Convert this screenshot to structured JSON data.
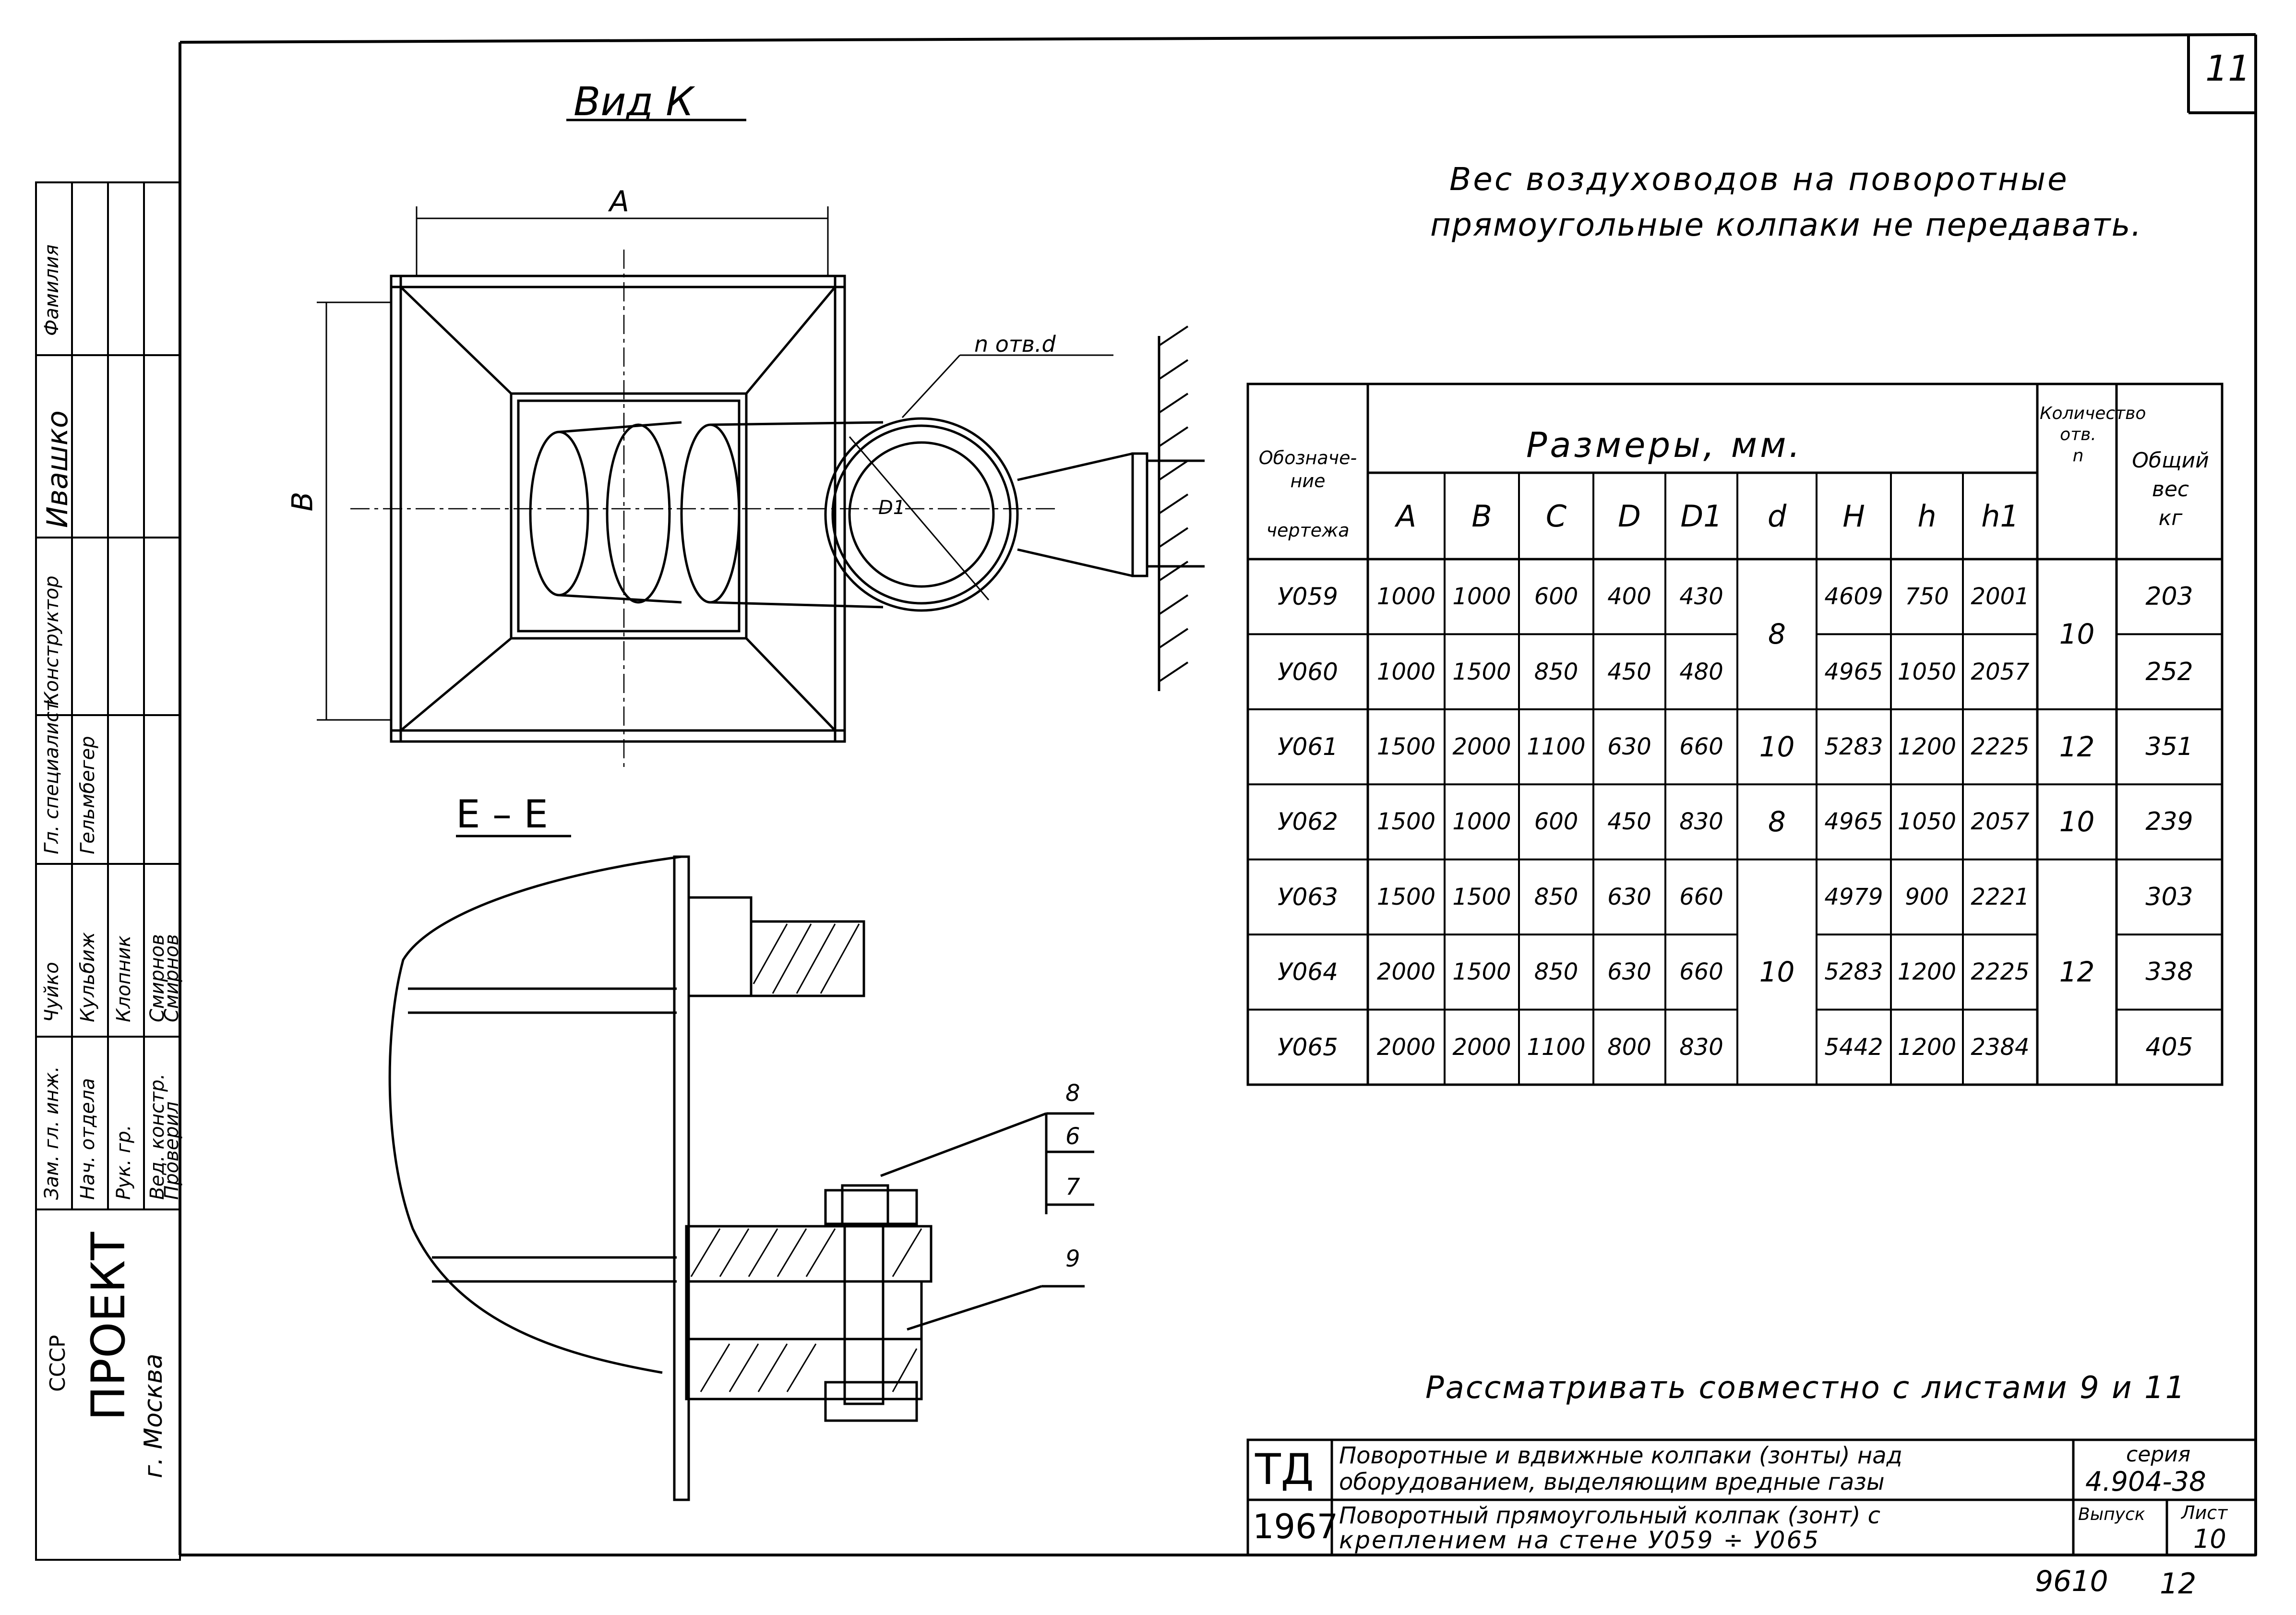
{
  "sheet": {
    "sheet_number": "11",
    "bottom_number": "9610",
    "bottom_page": "12"
  },
  "views": {
    "view_k": "Вид К",
    "section_ee": "Е – Е",
    "dim_a": "A",
    "dim_b": "B",
    "dim_d1": "D1",
    "hole_label": "n отв.d"
  },
  "callouts": [
    "8",
    "6",
    "7",
    "9"
  ],
  "notes": {
    "weight_note_line1": "Вес воздуховодов на поворотные",
    "weight_note_line2": "прямоугольные колпаки не передавать.",
    "see_together": "Рассматривать совместно с листами 9 и 11"
  },
  "table": {
    "col_designation": [
      "Обозначе-",
      "ние",
      "чертежа"
    ],
    "group_header": "Размеры, мм.",
    "col_count": [
      "Количество",
      "отв.",
      "n"
    ],
    "col_weight": [
      "Общий",
      "вес",
      "кг"
    ],
    "sub_headers": [
      "A",
      "B",
      "C",
      "D",
      "D1",
      "d",
      "H",
      "h",
      "h1"
    ],
    "rows": [
      {
        "id": "У059",
        "A": "1000",
        "B": "1000",
        "C": "600",
        "D": "400",
        "D1": "430",
        "H": "4609",
        "h": "750",
        "h1": "2001",
        "w": "203"
      },
      {
        "id": "У060",
        "A": "1000",
        "B": "1500",
        "C": "850",
        "D": "450",
        "D1": "480",
        "H": "4965",
        "h": "1050",
        "h1": "2057",
        "w": "252"
      },
      {
        "id": "У061",
        "A": "1500",
        "B": "2000",
        "C": "1100",
        "D": "630",
        "D1": "660",
        "H": "5283",
        "h": "1200",
        "h1": "2225",
        "w": "351"
      },
      {
        "id": "У062",
        "A": "1500",
        "B": "1000",
        "C": "600",
        "D": "450",
        "D1": "830",
        "H": "4965",
        "h": "1050",
        "h1": "2057",
        "w": "239"
      },
      {
        "id": "У063",
        "A": "1500",
        "B": "1500",
        "C": "850",
        "D": "630",
        "D1": "660",
        "H": "4979",
        "h": "900",
        "h1": "2221",
        "w": "303"
      },
      {
        "id": "У064",
        "A": "2000",
        "B": "1500",
        "C": "850",
        "D": "630",
        "D1": "660",
        "H": "5283",
        "h": "1200",
        "h1": "2225",
        "w": "338"
      },
      {
        "id": "У065",
        "A": "2000",
        "B": "2000",
        "C": "1100",
        "D": "800",
        "D1": "830",
        "H": "5442",
        "h": "1200",
        "h1": "2384",
        "w": "405"
      }
    ],
    "merged_d": [
      {
        "value": "8"
      },
      {
        "value": "10"
      },
      {
        "value": "8"
      },
      {
        "value": "10"
      }
    ],
    "merged_n": [
      {
        "value": "10"
      },
      {
        "value": "12"
      },
      {
        "value": "10"
      },
      {
        "value": "12"
      }
    ]
  },
  "title_block": {
    "code": "ТД",
    "year": "1967",
    "title_line1": "Поворотные и вдвижные колпаки (зонты) над",
    "title_line2": "оборудованием, выделяющим вредные газы",
    "subtitle_line1": "Поворотный прямоугольный колпак (зонт) с",
    "subtitle_line2": "креплением на стене У059 ÷ У065",
    "series_label": "серия",
    "series_value": "4.904-38",
    "issue_label": "Выпуск",
    "sheet_label": "Лист",
    "sheet_value": "10"
  },
  "stamp": {
    "org_ussr": "СССР",
    "org_name": "ПРОЕКТ",
    "org_city": "г. Москва",
    "roles": [
      "Зам. гл. инж.",
      "Нач. отдела",
      "Рук. гр.",
      "Вед. констр.",
      "Проверил"
    ],
    "names": [
      "Чуйко",
      "Кульбиж",
      "Клопник",
      "Смирнов",
      "Смирнов"
    ],
    "top_roles": [
      "Гл. специалист",
      "Конструктор",
      "Фамилия"
    ],
    "top_names": [
      "Гельмбегер",
      "Ивашко"
    ]
  }
}
